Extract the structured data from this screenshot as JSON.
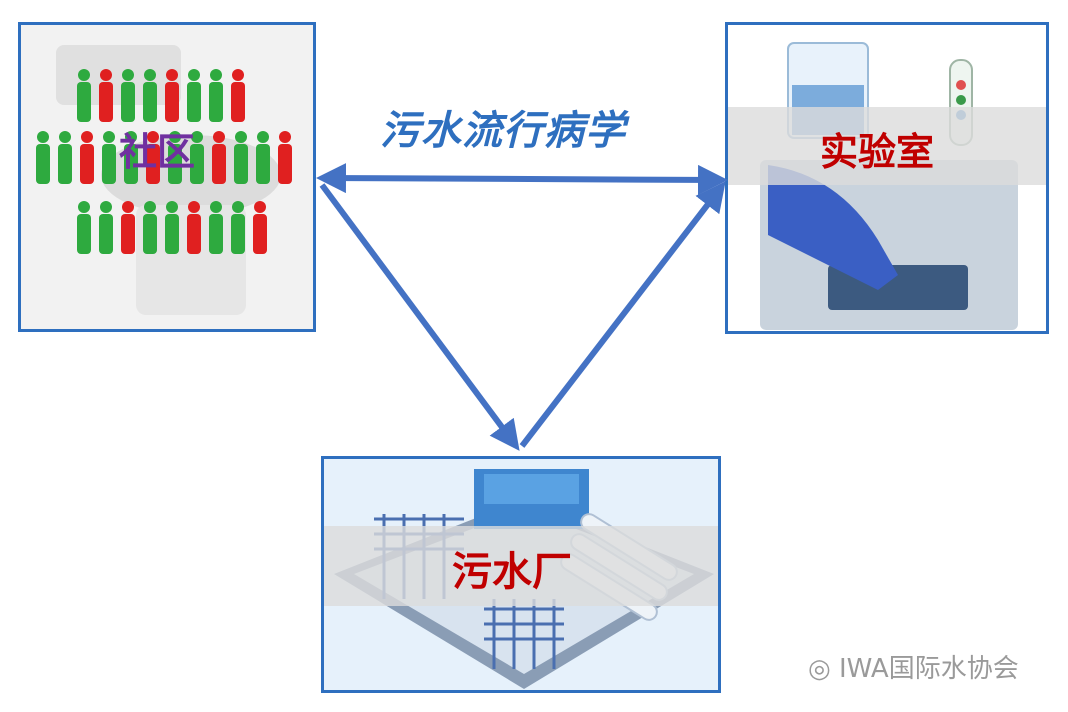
{
  "title": "污水流行病学",
  "nodes": {
    "community": {
      "label": "社区",
      "label_color": "#7030a0"
    },
    "lab": {
      "label": "实验室",
      "label_color": "#c00000"
    },
    "plant": {
      "label": "污水厂",
      "label_color": "#c00000"
    }
  },
  "watermark": {
    "icon": "wechat-icon",
    "text": "IWA国际水协会"
  },
  "colors": {
    "arrow": "#4472c4",
    "border": "#2e6fbf",
    "title": "#2e6fbf"
  }
}
